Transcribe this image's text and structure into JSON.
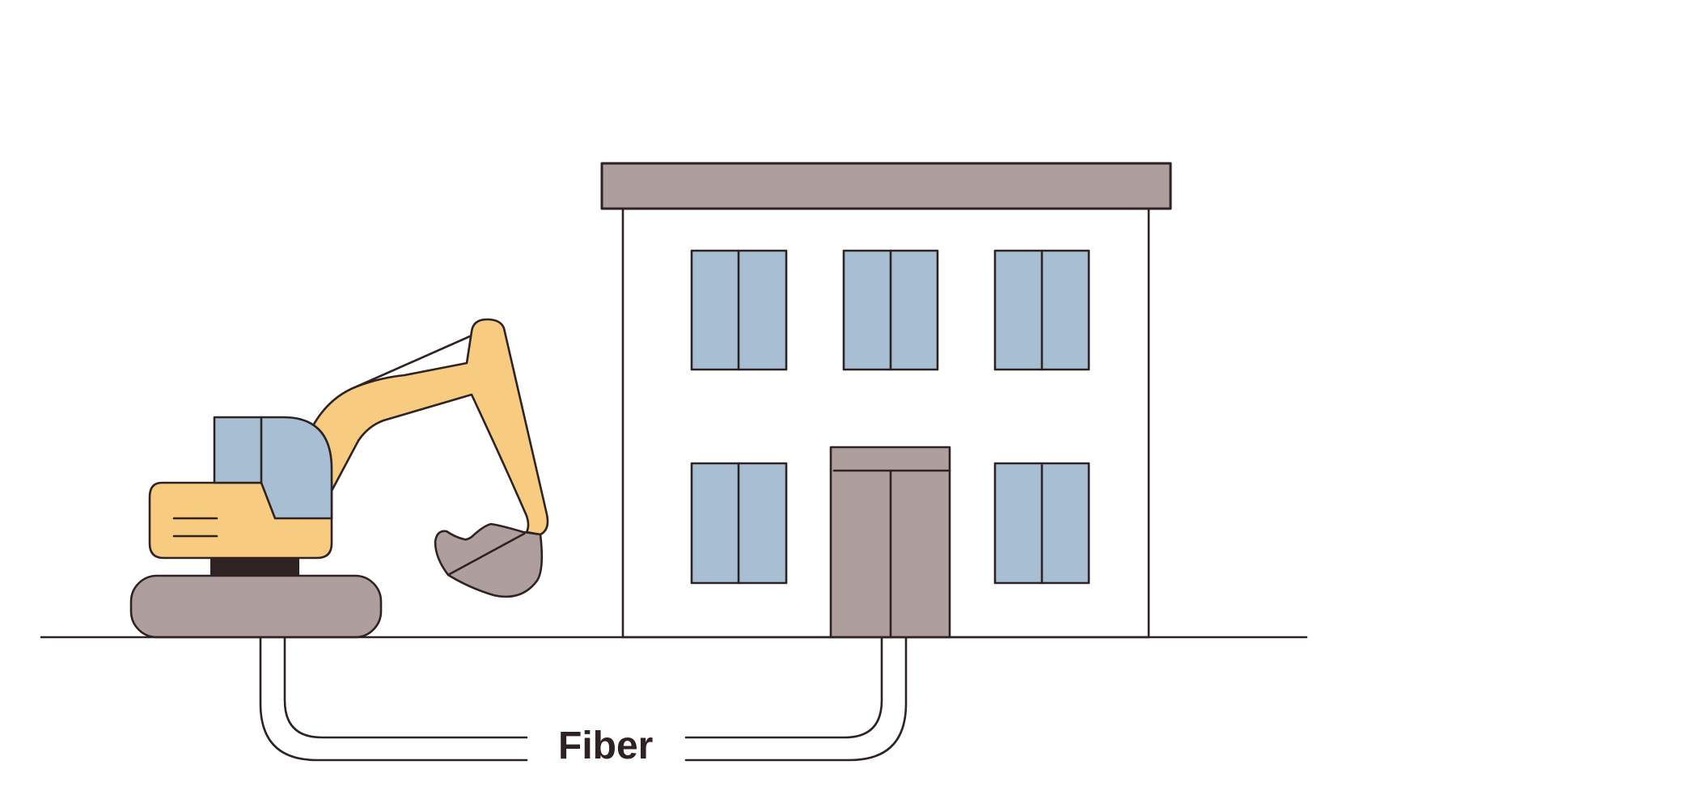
{
  "diagram": {
    "label": "Fiber",
    "elements": [
      "excavator",
      "building",
      "ground-line",
      "underground-fiber-conduit"
    ],
    "colors": {
      "outline": "#2e2222",
      "machine_yellow": "#f7cb80",
      "glass_blue": "#a8bfd3",
      "taupe": "#ae9e9e",
      "background": "#ffffff"
    },
    "building": {
      "top_windows": 3,
      "bottom_windows": 2,
      "door": 1
    }
  }
}
